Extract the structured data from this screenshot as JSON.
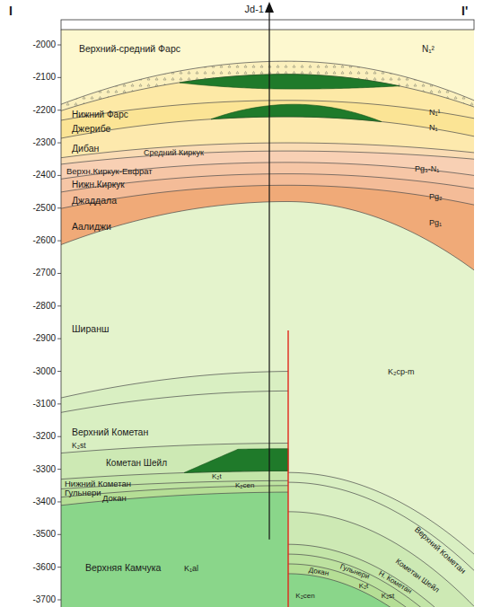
{
  "diagram": {
    "labels": [
      "I",
      "Jd-1",
      "I'",
      "-2000",
      "-2100",
      "-2200",
      "-2300",
      "-2400",
      "-2500",
      "-2600",
      "-2700",
      "-2800",
      "-2900",
      "-3000",
      "-3100",
      "-3200",
      "-3300",
      "-3400",
      "-3500",
      "-3600",
      "-3700",
      "Верхний-средний Фарс",
      "N₁²",
      "Нижний Фарс",
      "N₁¹",
      "Джерибе",
      "N₁",
      "Дибан",
      "Средний Киркук",
      "Верхн.Киркук-Евфрат",
      "Pg₃-N₁",
      "Нижн.Киркук",
      "Джаддала",
      "Pg₂",
      "Аалиджи",
      "Pg₁",
      "Ширанш",
      "K₂cp-m",
      "Верхний Кометан",
      "K₂st",
      "Кометан Шейл",
      "K₂t",
      "K₂cen",
      "Нижний Кометан",
      "Гульнери",
      "Докан",
      "Верхняя Камчука",
      "K₁al",
      "Верхний Кометан",
      "Кометан Шейл",
      "Н. Кометан",
      "Гульнери",
      "Докан",
      "K₂cen",
      "K₂t",
      "K₂st"
    ]
  }
}
